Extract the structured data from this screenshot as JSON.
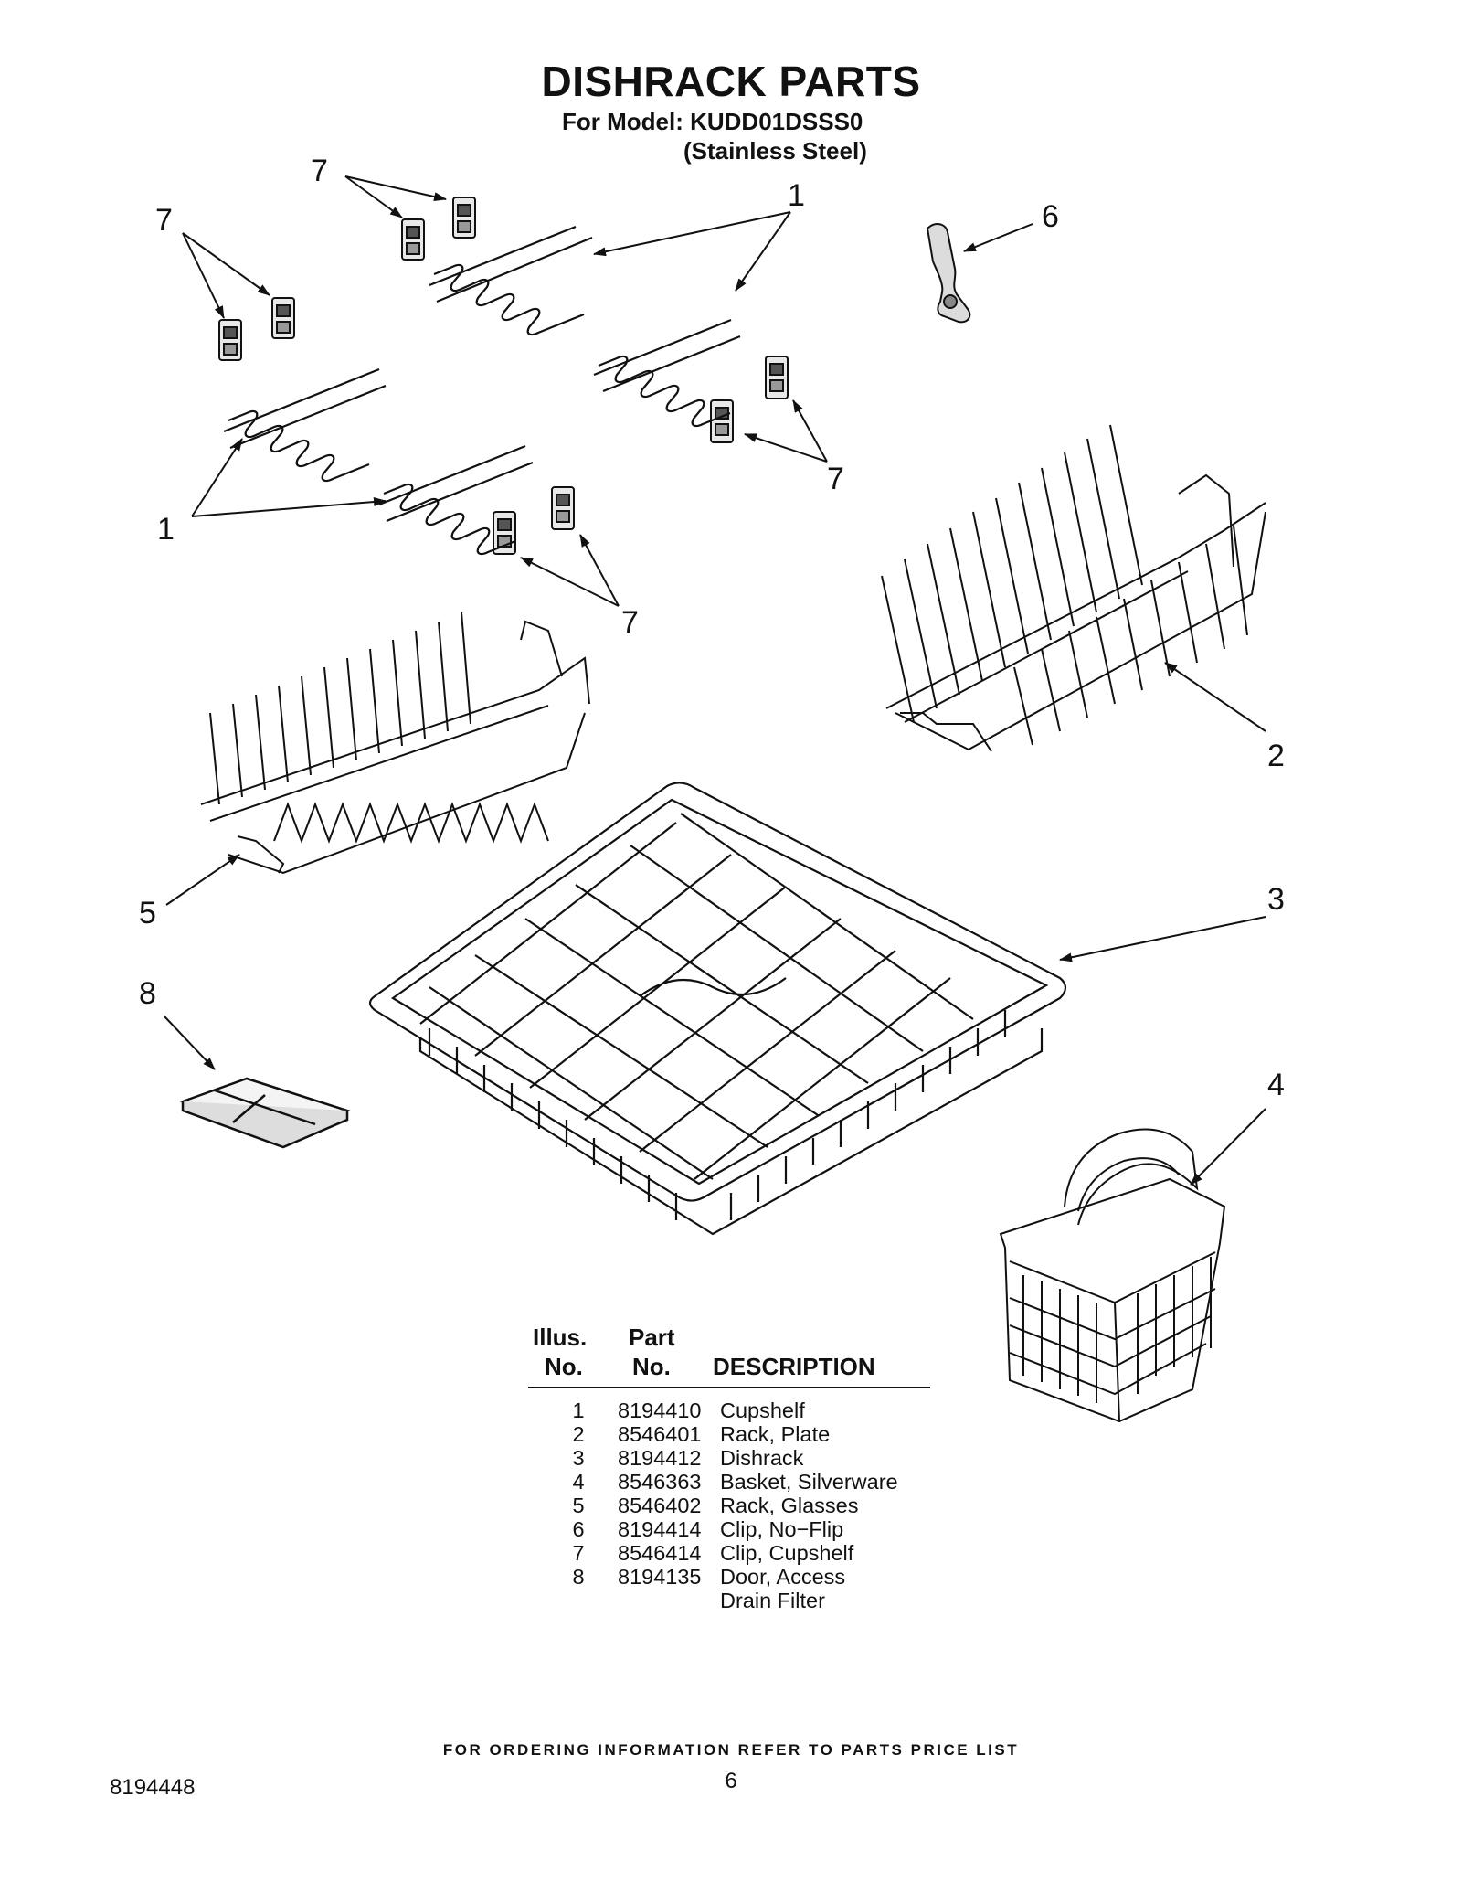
{
  "header": {
    "title": "DISHRACK PARTS",
    "model_line": "For Model: KUDD01DSSS0",
    "model_finish": "(Stainless Steel)"
  },
  "callouts": {
    "c7_top": "7",
    "c7_left": "7",
    "c1_top": "1",
    "c6": "6",
    "c7_mid": "7",
    "c1_left": "1",
    "c7_low": "7",
    "c2": "2",
    "c3": "3",
    "c5": "5",
    "c8": "8",
    "c4": "4"
  },
  "table": {
    "headers": {
      "illus_line1": "Illus.",
      "illus_line2": "No.",
      "part_line1": "Part",
      "part_line2": "No.",
      "description": "DESCRIPTION"
    },
    "rows": [
      {
        "illus": "1",
        "part": "8194410",
        "desc": "Cupshelf"
      },
      {
        "illus": "2",
        "part": "8546401",
        "desc": "Rack, Plate"
      },
      {
        "illus": "3",
        "part": "8194412",
        "desc": "Dishrack"
      },
      {
        "illus": "4",
        "part": "8546363",
        "desc": "Basket, Silverware"
      },
      {
        "illus": "5",
        "part": "8546402",
        "desc": "Rack, Glasses"
      },
      {
        "illus": "6",
        "part": "8194414",
        "desc": "Clip, No−Flip"
      },
      {
        "illus": "7",
        "part": "8546414",
        "desc": "Clip, Cupshelf"
      },
      {
        "illus": "8",
        "part": "8194135",
        "desc": "Door, Access"
      },
      {
        "illus": "",
        "part": "",
        "desc": "Drain Filter"
      }
    ]
  },
  "footer": {
    "ordering_note": "FOR ORDERING INFORMATION REFER TO PARTS PRICE LIST",
    "document_number": "8194448",
    "page_number": "6"
  }
}
